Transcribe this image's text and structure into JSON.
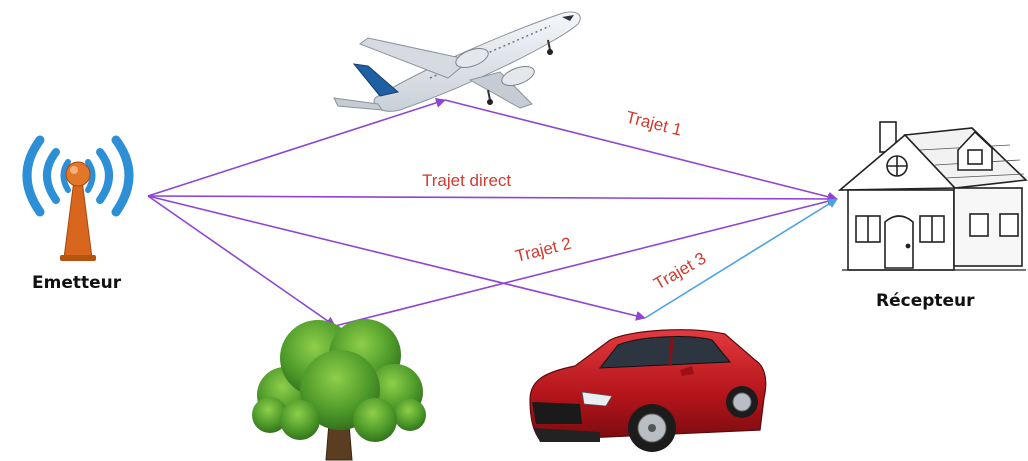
{
  "labels": {
    "emitter": "Emetteur",
    "receiver": "Récepteur"
  },
  "paths": {
    "direct": "Trajet direct",
    "path1": "Trajet  1",
    "path2": "Trajet 2",
    "path3": "Trajet  3"
  },
  "objects": {
    "emitter_icon": "antenna-icon",
    "receiver_icon": "house-icon",
    "reflector_1": "airplane-icon",
    "reflector_2": "tree-icon",
    "reflector_3": "car-icon"
  },
  "colors": {
    "ray": "#8e44d4",
    "ray_car": "#4aa3df",
    "path_label": "#d23a2f",
    "antenna_waves": "#2d8fd6",
    "antenna_body": "#d9661f",
    "car_body": "#c4161c"
  }
}
